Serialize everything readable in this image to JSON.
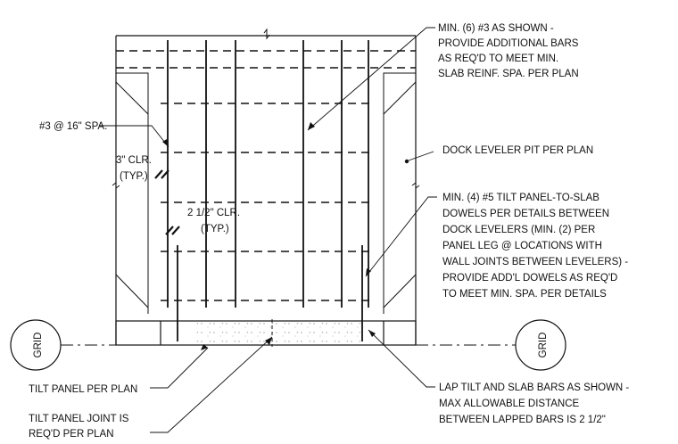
{
  "notes": {
    "top_bars": [
      "MIN. (6) #3 AS SHOWN -",
      "PROVIDE ADDITIONAL BARS",
      "AS REQ'D TO MEET MIN.",
      "SLAB REINF. SPA. PER PLAN"
    ],
    "bar_spacing": [
      "#3 @ 16\" SPA."
    ],
    "clr_3": [
      "3\" CLR.",
      "(TYP.)"
    ],
    "clr_25": [
      "2 1/2\" CLR.",
      "(TYP.)"
    ],
    "dock_pit": [
      "DOCK LEVELER PIT PER PLAN"
    ],
    "dowels": [
      "MIN. (4) #5 TILT PANEL-TO-SLAB",
      "DOWELS PER DETAILS BETWEEN",
      "DOCK LEVELERS (MIN. (2) PER",
      "PANEL LEG @ LOCATIONS WITH",
      "WALL JOINTS BETWEEN LEVELERS) -",
      "PROVIDE ADD'L DOWELS AS REQ'D",
      "TO MEET MIN. SPA. PER DETAILS"
    ],
    "tilt_panel": [
      "TILT PANEL PER PLAN"
    ],
    "panel_joint": [
      "TILT PANEL JOINT IS",
      "REQ'D PER PLAN"
    ],
    "lap": [
      "LAP TILT AND SLAB BARS AS SHOWN -",
      "MAX ALLOWABLE DISTANCE",
      "BETWEEN LAPPED BARS IS 2 1/2\""
    ]
  },
  "grid_left": "GRID",
  "grid_right": "GRID"
}
